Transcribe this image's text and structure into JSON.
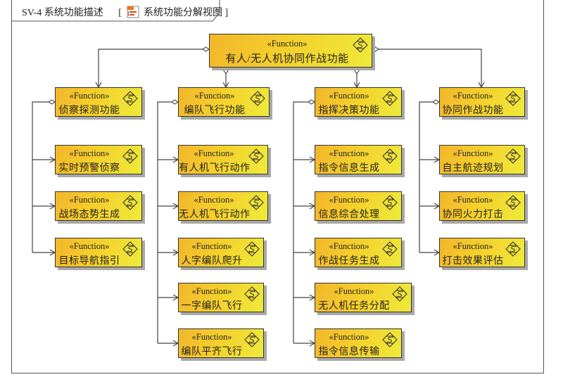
{
  "frame": {
    "title": "SV-4 系统功能描述",
    "bracket_open": "[",
    "diagram_name": "系统功能分解视图",
    "bracket_close": "]",
    "diagram_icon_label": "SV-4",
    "diagram_icon": "diagram-tree-icon"
  },
  "stereotype": "«Function»",
  "function_icon": "function-sync-icon",
  "root": {
    "name": "有人/无人机协同作战功能"
  },
  "branches": [
    {
      "name": "侦察探测功能",
      "children": [
        "实时预警侦察",
        "战场态势生成",
        "目标导航指引"
      ]
    },
    {
      "name": "编队飞行功能",
      "children": [
        "有人机飞行动作",
        "无人机飞行动作",
        "人字编队爬升",
        "一字编队飞行",
        "编队平齐飞行"
      ]
    },
    {
      "name": "指挥决策功能",
      "children": [
        "指令信息生成",
        "信息综合处理",
        "作战任务生成",
        "无人机任务分配",
        "指令信息传输"
      ]
    },
    {
      "name": "协同作战功能",
      "children": [
        "自主航迹规划",
        "协同火力打击",
        "打击效果评估"
      ]
    }
  ],
  "colors": {
    "box_left": "#f2b62b",
    "box_right": "#eeea3a",
    "border": "#333333",
    "shadow": "#a8a8a8",
    "wire": "#444444"
  }
}
